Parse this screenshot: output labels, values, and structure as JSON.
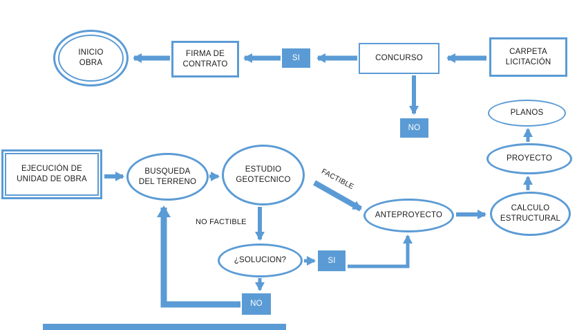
{
  "colors": {
    "accent": "#5B9BD5",
    "text": "#1b1b1b"
  },
  "nodes": {
    "inicio_obra": "INICIO\nOBRA",
    "firma_contrato": "FIRMA DE\nCONTRATO",
    "si_top": "SI",
    "concurso": "CONCURSO",
    "carpeta_licitacion": "CARPETA\nLICITACIÓN",
    "no_top": "NO",
    "planos": "PLANOS",
    "proyecto": "PROYECTO",
    "calculo_estructural": "CALCULO\nESTRUCTURAL",
    "ejecucion_unidad": "EJECUCIÓN DE\nUNIDAD DE OBRA",
    "busqueda_terreno": "BUSQUEDA\nDEL TERRENO",
    "estudio_geotecnico": "ESTUDIO\nGEOTECNICO",
    "anteproyecto": "ANTEPROYECTO",
    "solucion": "¿SOLUCION?",
    "si_mid": "SI",
    "no_bottom": "NO"
  },
  "labels": {
    "factible": "FACTIBLE",
    "no_factible": "NO FACTIBLE"
  }
}
